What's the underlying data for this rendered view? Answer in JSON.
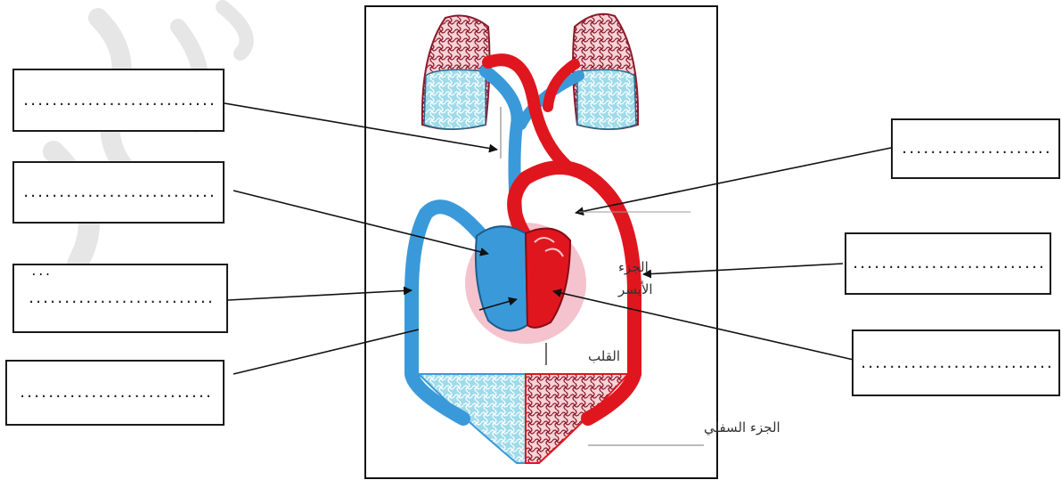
{
  "blanks": [
    {
      "id": "left-1",
      "text": "..........................."
    },
    {
      "id": "left-2",
      "text": "..........................."
    },
    {
      "id": "left-3",
      "text": "..........................",
      "extra": "..."
    },
    {
      "id": "left-4",
      "text": "..........................."
    },
    {
      "id": "right-1",
      "text": "....................."
    },
    {
      "id": "right-2",
      "text": "..........................."
    },
    {
      "id": "right-3",
      "text": "..........................."
    }
  ],
  "diagram_labels": {
    "left_part_line1": "الجزء",
    "left_part_line2": "الأيسر",
    "heart": "القلب",
    "lower_part": "الجزء السفلي"
  },
  "colors": {
    "oxygenated": "#e0161f",
    "deoxygenated": "#3a9ad9",
    "lung_blue": "#8fd3e6",
    "lung_red_network": "#8b1a2a",
    "heart_halo": "#f2b8c6",
    "frame": "#111111"
  }
}
